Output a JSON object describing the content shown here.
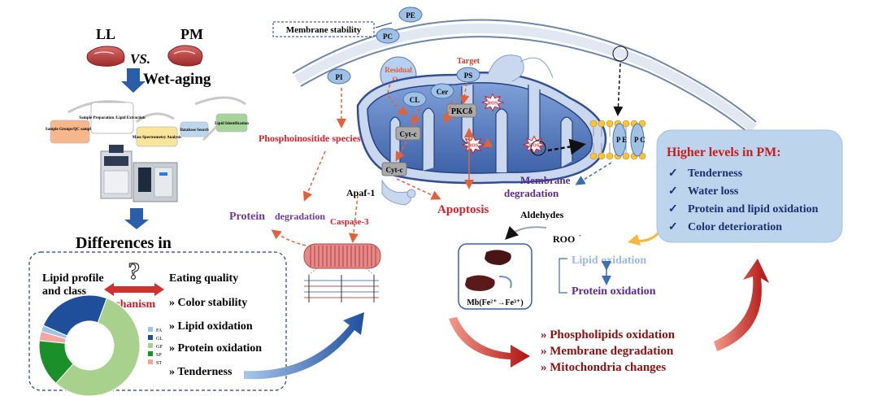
{
  "comparison": {
    "left": "LL",
    "vs": "VS.",
    "right": "PM"
  },
  "process": {
    "title": "Wet-aging"
  },
  "workflow": [
    {
      "label": "Sample Groups/QC samples",
      "color": "#f7b78d"
    },
    {
      "label": "Sample Preparation /Lipid Extraction",
      "color": "#ffffff"
    },
    {
      "label": "Mass Spectrometry Analysis",
      "color": "#fbe59a"
    },
    {
      "label": "Database Search",
      "color": "#bcd8ef"
    },
    {
      "label": "Lipid Identification",
      "color": "#a6d49a"
    }
  ],
  "differences": {
    "title": "Differences in"
  },
  "lipid_profile": {
    "title": "Lipid profile and class",
    "question": "?",
    "mechanism": "Mechanism",
    "eating_quality": "Eating quality",
    "quality_items": [
      "» Color stability",
      "» Lipid oxidation",
      "» Protein oxidation",
      "» Tenderness"
    ]
  },
  "chart_data": {
    "type": "pie",
    "style": "donut",
    "categories": [
      "FA",
      "GL",
      "GP",
      "SP",
      "ST"
    ],
    "values": [
      2,
      24,
      56,
      15,
      3
    ],
    "colors": [
      "#9dc3e6",
      "#1f4e9a",
      "#a9d18e",
      "#1a8f2a",
      "#f4a6a0"
    ],
    "legend": "right"
  },
  "cell": {
    "membrane_stability": "Membrane stability",
    "lipids": {
      "pe": "PE",
      "pc": "PC",
      "pi": "PI",
      "ps": "PS",
      "cl": "CL",
      "cer": "Cer"
    },
    "residual_o2": "Residual",
    "residual_o2_sub": "O",
    "residual_o2_subscript": "2",
    "target": "Target",
    "pkc": "PKCδ",
    "cyt_c": "Cyt-c",
    "ros": "ROS",
    "phosphoinositide": "Phosphoinositide species",
    "protein_degradation_a": "Protein",
    "protein_degradation_b": "degradation",
    "apaf": "Apaf-1",
    "caspase": "Caspase-3",
    "apoptosis": "Apoptosis",
    "membrane_degradation": [
      "Membrane",
      "degradation"
    ],
    "bilayer_labels": [
      "P E",
      "P C"
    ]
  },
  "oxidation": {
    "aldehydes": "Aldehydes",
    "roo": "ROO",
    "roo_sup": "-",
    "mb": "Mb(Fe²⁺→Fe³⁺)",
    "lipid_oxidation": "Lipid oxidation",
    "protein_oxidation": "Protein oxidation"
  },
  "outcomes": [
    "» Phospholipids oxidation",
    "» Membrane degradation",
    "» Mitochondria changes"
  ],
  "pm_box": {
    "title": "Higher levels in PM:",
    "items": [
      "Tenderness",
      "Water loss",
      "Protein and lipid oxidation",
      "Color deterioration"
    ],
    "check": "✓"
  }
}
